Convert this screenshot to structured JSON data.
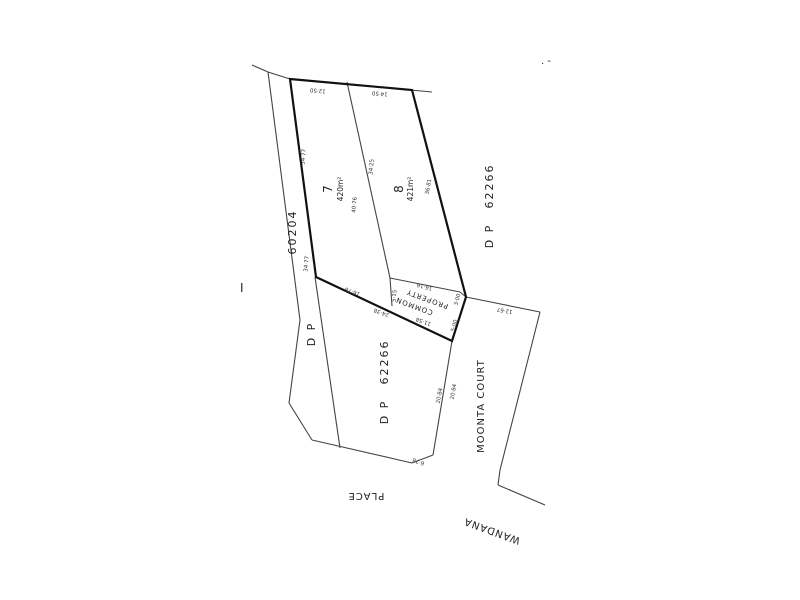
{
  "corner_marks": ". -",
  "left_mark": "I",
  "dp_60204": {
    "label": "60204"
  },
  "dp_left": {
    "label": "D P"
  },
  "dp_right": {
    "prefix": "D P",
    "number": "62266"
  },
  "dp_lower": {
    "prefix": "D P",
    "number": "62266"
  },
  "lots": [
    {
      "number": "7",
      "area": "420m²"
    },
    {
      "number": "8",
      "area": "421m²"
    }
  ],
  "common_property": {
    "line1": "COMMON",
    "line2": "PROPERTY"
  },
  "streets": {
    "moonta_court": "MOONTA   COURT",
    "place": "PLACE",
    "wandana": "WANDANA"
  },
  "dimensions": {
    "top_lot7": "12·50",
    "top_lot8": "14·50",
    "lot7_west": "34·77",
    "lot7_east": "40·76",
    "lot8_mid": "34·25",
    "lot8_east": "36·81",
    "lot7_west_lower": "34·77",
    "lot7_south": "16·78",
    "cp_north": "16·16",
    "cp_west": "5·15",
    "cp_east": "3·00",
    "cp_south": "11·58",
    "cp_south_b": "24·38",
    "cp_se": "5·00",
    "east_boundary_a": "20·84",
    "east_boundary_b": "20·84",
    "moonta_frontage": "12·67",
    "place_corner": "6·78"
  }
}
